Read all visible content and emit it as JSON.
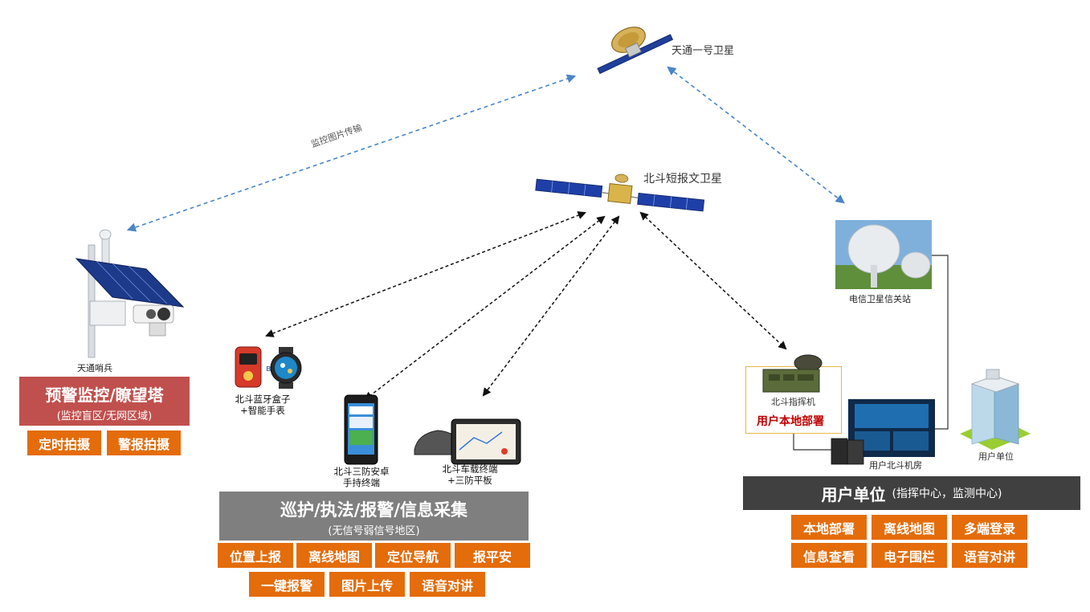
{
  "satellites": {
    "tiantong": "天通一号卫星",
    "beidou": "北斗短报文卫星"
  },
  "link_label": "监控图片传输",
  "tower": {
    "device_label": "天通哨兵",
    "title": "预警监控/瞭望塔",
    "subtitle": "(监控盲区/无网区域)",
    "buttons": [
      "定时拍摄",
      "警报拍摄"
    ]
  },
  "patrol": {
    "devices": {
      "box": [
        "北斗蓝牙盒子",
        "+智能手表"
      ],
      "handheld": [
        "北斗三防安卓",
        "手持终端"
      ],
      "vehicle": [
        "北斗车载终端",
        "+三防平板"
      ]
    },
    "title": "巡护/执法/报警/信息采集",
    "subtitle": "(无信号弱信号地区)",
    "buttons_row1": [
      "位置上报",
      "离线地图",
      "定位导航",
      "报平安"
    ],
    "buttons_row2": [
      "一键报警",
      "图片上传",
      "语音对讲"
    ]
  },
  "user": {
    "gateway_label": "电信卫星信关站",
    "commander_label": "北斗指挥机",
    "local_label": "用户本地部署",
    "room_label": "用户北斗机房",
    "unit_label": "用户单位",
    "title": "用户单位",
    "subtitle": "(指挥中心，监测中心)",
    "buttons_row1": [
      "本地部署",
      "离线地图",
      "多端登录"
    ],
    "buttons_row2": [
      "信息查看",
      "电子围栏",
      "语音对讲"
    ]
  },
  "colors": {
    "orange": "#e46c0a",
    "red_header": "#c0504d",
    "gray_header": "#7f7f7f",
    "dark_header": "#404040",
    "blue_link": "#4a86c8",
    "local_text": "#c00000"
  }
}
